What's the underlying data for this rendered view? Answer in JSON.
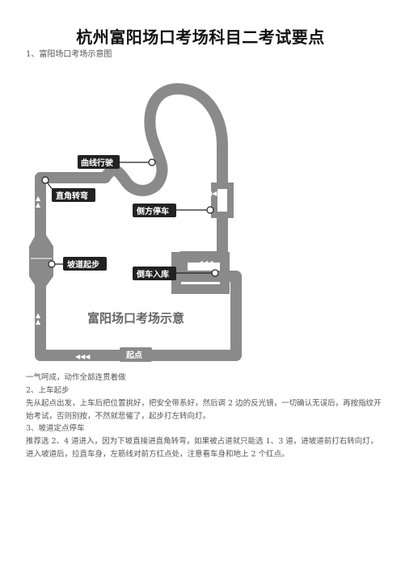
{
  "title": "杭州富阳场口考场科目二考试要点",
  "section1_caption": "1、富阳场口考场示意图",
  "map": {
    "labels": {
      "curve": "曲线行驶",
      "right_angle": "直角转弯",
      "parallel": "侧方停车",
      "slope": "坡道起步",
      "reverse": "倒车入库",
      "start": "起点"
    },
    "watermark": "富阳场口考场示意"
  },
  "text": {
    "line1": "一气呵成，动作全部连贯着做",
    "line2": "2、上车起步",
    "line3": "先从起点出发，上车后把位置挑好，把安全带系好，然后调 2 边的反光镜，一切确认无误后，再按指纹开始考试，否则别按，不然就悲催了，起步打左转向灯。",
    "line4": "3、坡道定点停车",
    "line5": "推荐选 2、4 道进入，因为下坡直接进直角转弯，如果被占道就只能选 1、3 道，进坡道前打右转向灯，进入坡道后，拉直车身，左筋线对前方红点处，注意看车身和地上 2 个红点。"
  }
}
